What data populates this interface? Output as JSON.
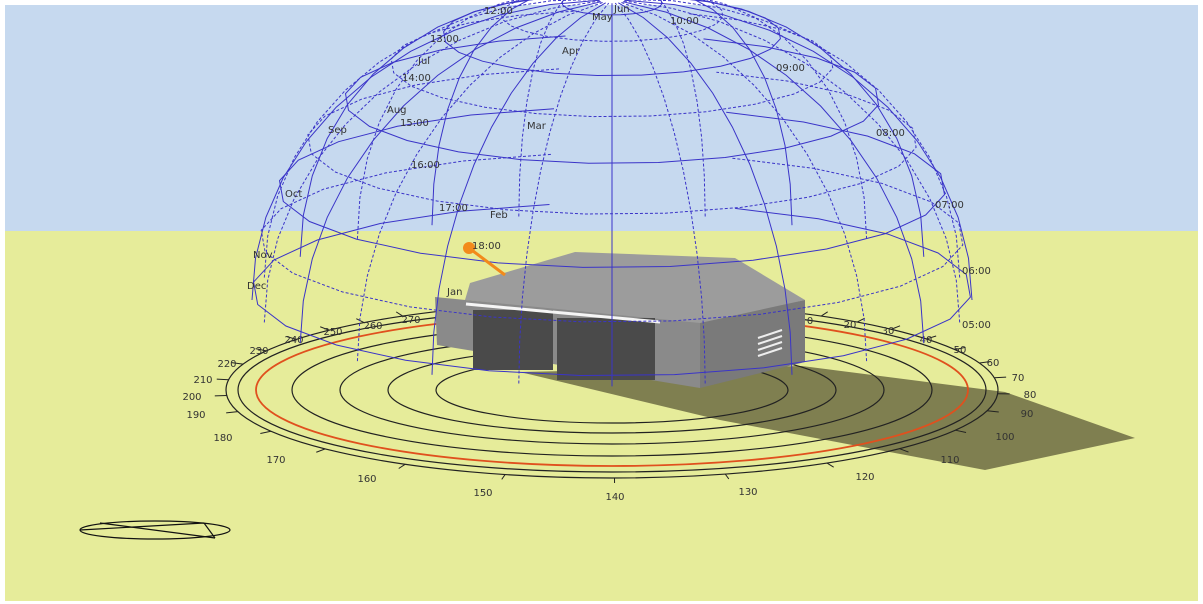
{
  "colors": {
    "sky": "#c6d9ef",
    "ground": "#e6ec9a",
    "grid": "#3a34c8",
    "path_orbit": "#e0501e",
    "sun": "#f28a1b",
    "building_roof": "#9c9c9c",
    "building_wall": "#8a8a8a",
    "shadow": "#7f7f50"
  },
  "time_labels": [
    "12:00",
    "13:00",
    "14:00",
    "15:00",
    "16:00",
    "17:00",
    "18:00",
    "10:00",
    "09:00",
    "08:00",
    "07:00",
    "06:00",
    "05:00"
  ],
  "month_labels": [
    "Jun",
    "May",
    "Jul",
    "Apr",
    "Aug",
    "Mar",
    "Sep",
    "Feb",
    "Oct",
    "Nov",
    "Jan",
    "Dec"
  ],
  "azimuth_labels": [
    "0",
    "20",
    "30",
    "40",
    "50",
    "60",
    "70",
    "80",
    "90",
    "100",
    "110",
    "120",
    "130",
    "140",
    "150",
    "160",
    "170",
    "180",
    "190",
    "200",
    "210",
    "220",
    "230",
    "240",
    "250",
    "260",
    "270"
  ],
  "sun_icon": "sun-position-marker",
  "compass_icon": "compass-widget"
}
